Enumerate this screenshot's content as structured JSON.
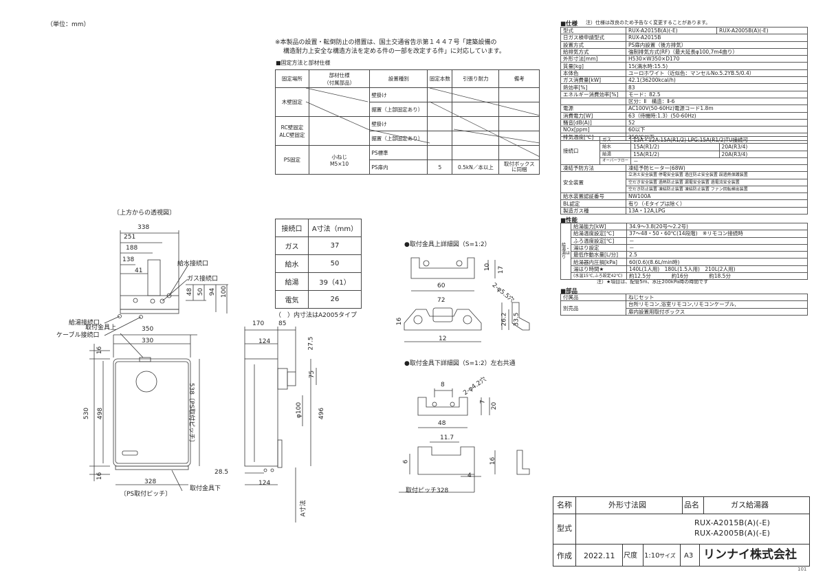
{
  "unit_label": "（単位：mm）",
  "page_id": "101",
  "notice": {
    "line1": "※本製品の設置・転倒防止の措置は、国土交通省告示第１４４７号「建築設備の",
    "line2": "構造耐力上安全な構造方法を定める件の一部を改定する件」に対応しています。"
  },
  "fixing": {
    "title": "■固定方法と部材仕様",
    "headers": [
      "固定場所",
      "部材仕様\n（付属部品）",
      "設置種別",
      "固定本数",
      "引張り耐力",
      "備考"
    ],
    "wood": "木壁固定",
    "rc": "RC壁固定\nALC壁固定",
    "ps": "PS固定",
    "kind_kabekake": "壁掛け",
    "kind_sueoki": "据置（上部固定あり）",
    "kind_ps_std": "PS標準",
    "kind_ps_inner": "PS扉内",
    "ps_material": "小ねじ\nM5×10",
    "ps_count": "5",
    "ps_force": "0.5kN／本以上",
    "ps_note": "取付ボックス\nに同梱"
  },
  "connection": {
    "headers": [
      "接続口",
      "A寸法（mm）"
    ],
    "rows": [
      {
        "name": "ガス",
        "value": "37"
      },
      {
        "name": "給水",
        "value": "50"
      },
      {
        "name": "給湯",
        "value": "39（41）"
      },
      {
        "name": "電気",
        "value": "26"
      }
    ],
    "note": "（　）内寸法はA2005タイプ"
  },
  "top_view": {
    "title": "〔上方からの透視図〕",
    "dims": [
      "338",
      "251",
      "188",
      "138",
      "41",
      "48",
      "50",
      "94",
      "100"
    ],
    "labels": {
      "water_in": "給水接続口",
      "gas_in": "ガス接続口",
      "hot_out": "給湯接続口",
      "cable_in": "ケーブル接続口"
    }
  },
  "front_view": {
    "top_bracket": "取付金具上",
    "bottom_bracket": "取付金具下",
    "ps_pitch": "〔PS取付ピッチ〕",
    "ps_pitch_v": "538〔PS取付ピッチ〕",
    "dims": [
      "350",
      "330",
      "16",
      "530",
      "498",
      "16",
      "328"
    ]
  },
  "side_view": {
    "dims": [
      "170",
      "85",
      "124",
      "27.5",
      "75",
      "φ100",
      "496",
      "28.5",
      "124"
    ],
    "a_dim": "A寸法"
  },
  "detail_top": {
    "title": "●取付金具上詳細図（S=1:2）",
    "dims": [
      "10",
      "17",
      "60",
      "2-φ5.5穴",
      "72",
      "16",
      "26.2",
      "33.5",
      "12"
    ]
  },
  "detail_bottom": {
    "title": "●取付金具下詳細図（S=1:2）左右共通",
    "dims": [
      "8",
      "2-φ4.2穴",
      "7",
      "20",
      "48",
      "11.7",
      "6",
      "16",
      "4"
    ],
    "pitch": "取付ピッチ328"
  },
  "spec": {
    "title": "■仕様",
    "note": "注）仕様は改良のため予告なく変更することがあります。",
    "rows": [
      {
        "k": "型式",
        "v": "RUX-A2015B(A)(-E)",
        "v2": "RUX-A2005B(A)(-E)"
      },
      {
        "k": "日ガス検申請型式",
        "v": "RUX-A2015B"
      },
      {
        "k": "設置方式",
        "v": "PS扉内設置（後方排気）"
      },
      {
        "k": "給排気方式",
        "v": "強制排気方式(RF)（最大延長φ100,7m4曲り）"
      },
      {
        "k": "外形寸法[mm]",
        "v": "H530×W350×D170"
      },
      {
        "k": "質量[kg]",
        "v": "15(満水時:15.5)"
      },
      {
        "k": "本体色",
        "v": "ユーロホワイト（近似色：マンセルNo.5.2YB.5/0.4）"
      },
      {
        "k": "ガス消費量[kW]",
        "v": "42.1(36200kcal/h)"
      },
      {
        "k": "熱効率[%]",
        "v": "83"
      },
      {
        "k": "エネルギー消費効率[%]",
        "v": "モード：82.5"
      },
      {
        "k": "",
        "v": "区分：Ⅱ　構造：Ⅱ-6"
      },
      {
        "k": "電源",
        "v": "AC100V(50-60Hz)電源コード1.8m"
      },
      {
        "k": "消費電力[W]",
        "v": "63（待機時:1.3）(50-60Hz)"
      },
      {
        "k": "騒音[dB(A)]",
        "v": "52"
      },
      {
        "k": "NOx[ppm]",
        "v": "60以下"
      },
      {
        "k": "排気温度[℃]",
        "v": "250℃以下"
      }
    ],
    "conn_label": "接続口",
    "conn_rows": [
      {
        "k": "ガス",
        "v": "13A・12A:15A(R1/2) LPG:15A(R1/2)TU接続可"
      },
      {
        "k": "給水",
        "v": "15A(R1/2)",
        "v2": "20A(R3/4)"
      },
      {
        "k": "給湯",
        "v": "15A(R1/2)",
        "v2": "20A(R3/4)"
      },
      {
        "k": "オーバーフロー",
        "v": "－"
      }
    ],
    "rows2": [
      {
        "k": "凍結予防方法",
        "v": "凍結予防ヒーター(68W)"
      }
    ],
    "safety_label": "安全装置",
    "safety": [
      "立消え安全装置 停電安全装置 過圧防止安全装置 誤過熱保護装置",
      "空だき安全装置 過熱防止装置 漏電安全装置 過電流安全装置",
      "空だき防止装置 凍結防止装置 凍結防止装置 ファン回転検出装置"
    ],
    "rows3": [
      {
        "k": "給水装置認証番号",
        "v": "NW100A"
      },
      {
        "k": "BL認定",
        "v": "有り（-Eタイプは除く）"
      },
      {
        "k": "製造ガス種",
        "v": "13A・12A,LPG"
      }
    ],
    "perf_title": "■性能",
    "perf_label": "給湯・湯はり",
    "perf": [
      {
        "k": "給湯能力[kW]",
        "v": "34.9～3.8(20号～2.2号)"
      },
      {
        "k": "給湯温度設定[℃]",
        "v": "37～48・50・60℃(14段階)　※リモコン接続時"
      },
      {
        "k": "ふろ温度設定[℃]",
        "v": "－"
      },
      {
        "k": "湯はり設定",
        "v": "－"
      },
      {
        "k": "最低作動水量[L/分]",
        "v": "2.5"
      },
      {
        "k": "給湯器内圧損[kPa]",
        "v": "60(0.6)(8.6L/min時)"
      }
    ],
    "yuhari_k": "湯はり時間★",
    "yuhari_k2": "(水温15℃,ふろ設定42℃)",
    "yuhari_v1": "140L(1人用)　180L(1.5人用)　210L(2人用)",
    "yuhari_v2": "約12.5分　　　　約16分　　　　約18.5分",
    "perf_note": "注）★項目は、配管5m、水圧200kPa時の時間です",
    "parts_title": "■部品",
    "parts": [
      {
        "k": "付属品",
        "v": "ねじセット"
      },
      {
        "k": "別売品",
        "v": "台所リモコン,浴室リモコン,リモコンケーブル,"
      },
      {
        "k": "",
        "v": "扉内設置用取付ボックス"
      }
    ]
  },
  "title_block": {
    "name_label": "名称",
    "name_value": "外形寸法図",
    "product_label": "品名",
    "product_value": "ガス給湯器",
    "model_label": "型式",
    "model_1": "RUX-A2015B(A)(-E)",
    "model_2": "RUX-A2005B(A)(-E)",
    "made_label": "作成",
    "made_value": "2022.11",
    "scale_label": "尺度",
    "scale_value": "1:10",
    "size_label": "サイズ",
    "size_value": "A3",
    "company": "リンナイ株式会社"
  }
}
